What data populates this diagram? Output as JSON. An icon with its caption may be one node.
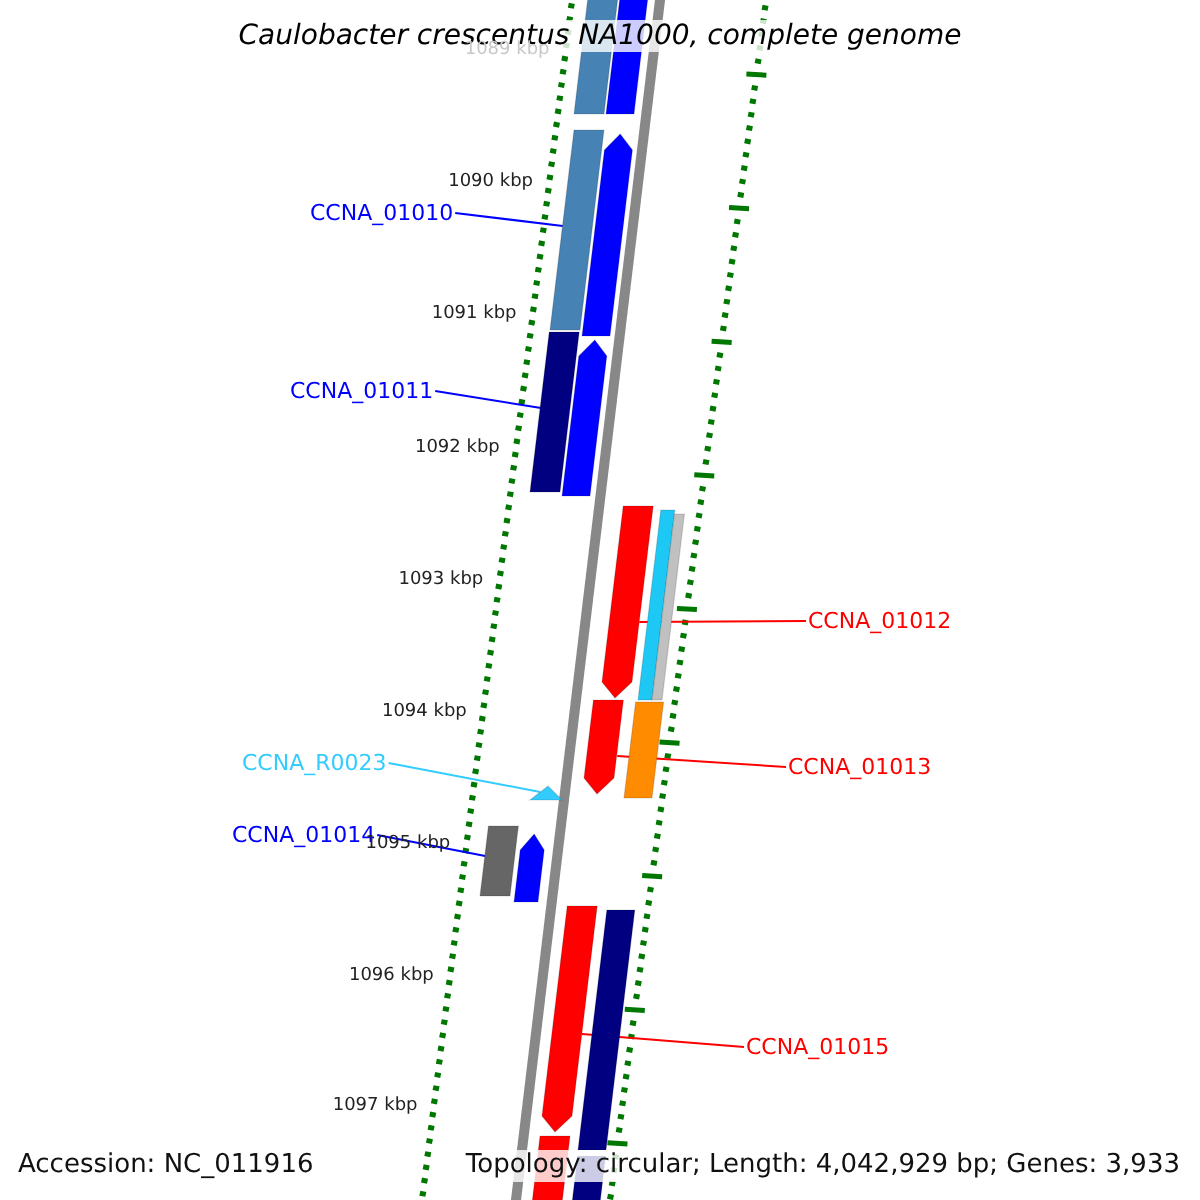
{
  "diagram": {
    "title": "Caulobacter crescentus NA1000, complete genome",
    "nodes": [
      {
        "text": [
          "CCNA_01010"
        ]
      },
      {
        "text": [],
        "shape": "bar"
      },
      {
        "text": [
          "CCNA_01011"
        ]
      },
      {
        "text": [],
        "shape": "bar"
      },
      {
        "text": [
          "CCNA_01012"
        ]
      },
      {
        "text": [],
        "shape": "bar"
      },
      {
        "text": [
          "CCNA_01013"
        ]
      },
      {
        "text": [],
        "shape": "bar"
      },
      {
        "text": [
          "CCNA_R0023"
        ]
      },
      {
        "text": [],
        "shape": "triangle"
      },
      {
        "text": [
          "CCNA_01014"
        ]
      },
      {
        "text": [],
        "shape": "bar"
      },
      {
        "text": [
          "CCNA_01015"
        ]
      },
      {
        "text": [],
        "shape": "bar"
      },
      {
        "text": [],
        "shape": "bar"
      },
      {
        "text": [],
        "shape": "bar"
      },
      {
        "text": [],
        "shape": "bar"
      },
      {
        "text": [],
        "shape": "bar"
      },
      {
        "text": [],
        "shape": "bar"
      },
      {
        "text": [],
        "shape": "bar"
      },
      {
        "text": [],
        "shape": "bar"
      },
      {
        "text": [],
        "shape": "bar"
      },
      {
        "text": [],
        "shape": "bar"
      },
      {
        "text": [],
        "shape": "bar"
      },
      {
        "text": [],
        "shape": "bar"
      }
    ],
    "edges": [
      {
        "from": 0,
        "to": 1,
        "arrow": "none",
        "color": "#0000ff"
      },
      {
        "from": 2,
        "to": 3,
        "arrow": "none",
        "color": "#0000ff"
      },
      {
        "from": 4,
        "to": 5,
        "arrow": "none",
        "color": "#ff0000"
      },
      {
        "from": 6,
        "to": 7,
        "arrow": "none",
        "color": "#ff0000"
      },
      {
        "from": 8,
        "to": 9,
        "arrow": "none",
        "color": "#33ccff"
      },
      {
        "from": 10,
        "to": 11,
        "arrow": "none",
        "color": "#0000ff"
      },
      {
        "from": 12,
        "to": 13,
        "arrow": "none",
        "color": "#ff0000"
      }
    ],
    "labels": [
      "1089 kbp",
      "1090 kbp",
      "1091 kbp",
      "1092 kbp",
      "1093 kbp",
      "1094 kbp",
      "1095 kbp",
      "1096 kbp",
      "1097 kbp",
      "Accession: NC_011916",
      "Topology: circular; Length: 4,042,929 bp; Genes: 3,933"
    ]
  }
}
